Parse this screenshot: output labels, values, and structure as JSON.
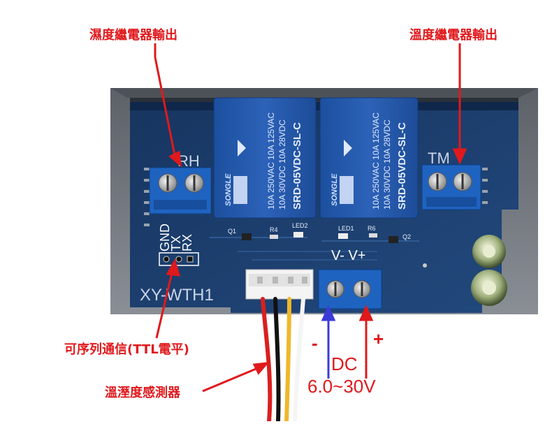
{
  "annotations": {
    "humidity_relay_output": "濕度繼電器輸出",
    "temperature_relay_output": "溫度繼電器輸出",
    "serial_comm": "可序列通信(TTL電平)",
    "temp_humidity_sensor": "溫溼度感測器",
    "dc_label": "DC",
    "voltage_range": "6.0~30V",
    "minus_sign": "-",
    "plus_sign": "+"
  },
  "board": {
    "model": "XY-WTH1",
    "rh_label": "RH",
    "tm_label": "TM",
    "pins": [
      "GND",
      "TX",
      "RX"
    ],
    "power_label": "V- V+",
    "components": [
      "Q1",
      "R4",
      "LED2",
      "LED1",
      "R6",
      "Q2"
    ],
    "relay": {
      "brand": "SONGLE",
      "model": "SRD-05VDC-SL-C",
      "rating1": "10A 250VAC  10A 125VAC",
      "rating2": "10A 30VDC  10A 28VDC"
    }
  },
  "colors": {
    "annotation_red": "#e0191c",
    "pcb_blue": "#1a3a68",
    "relay_blue": "#2457a8",
    "terminal_blue": "#1f63c0",
    "arrow_blue": "#3b3bd8",
    "casing_gray": "#7b8087"
  }
}
